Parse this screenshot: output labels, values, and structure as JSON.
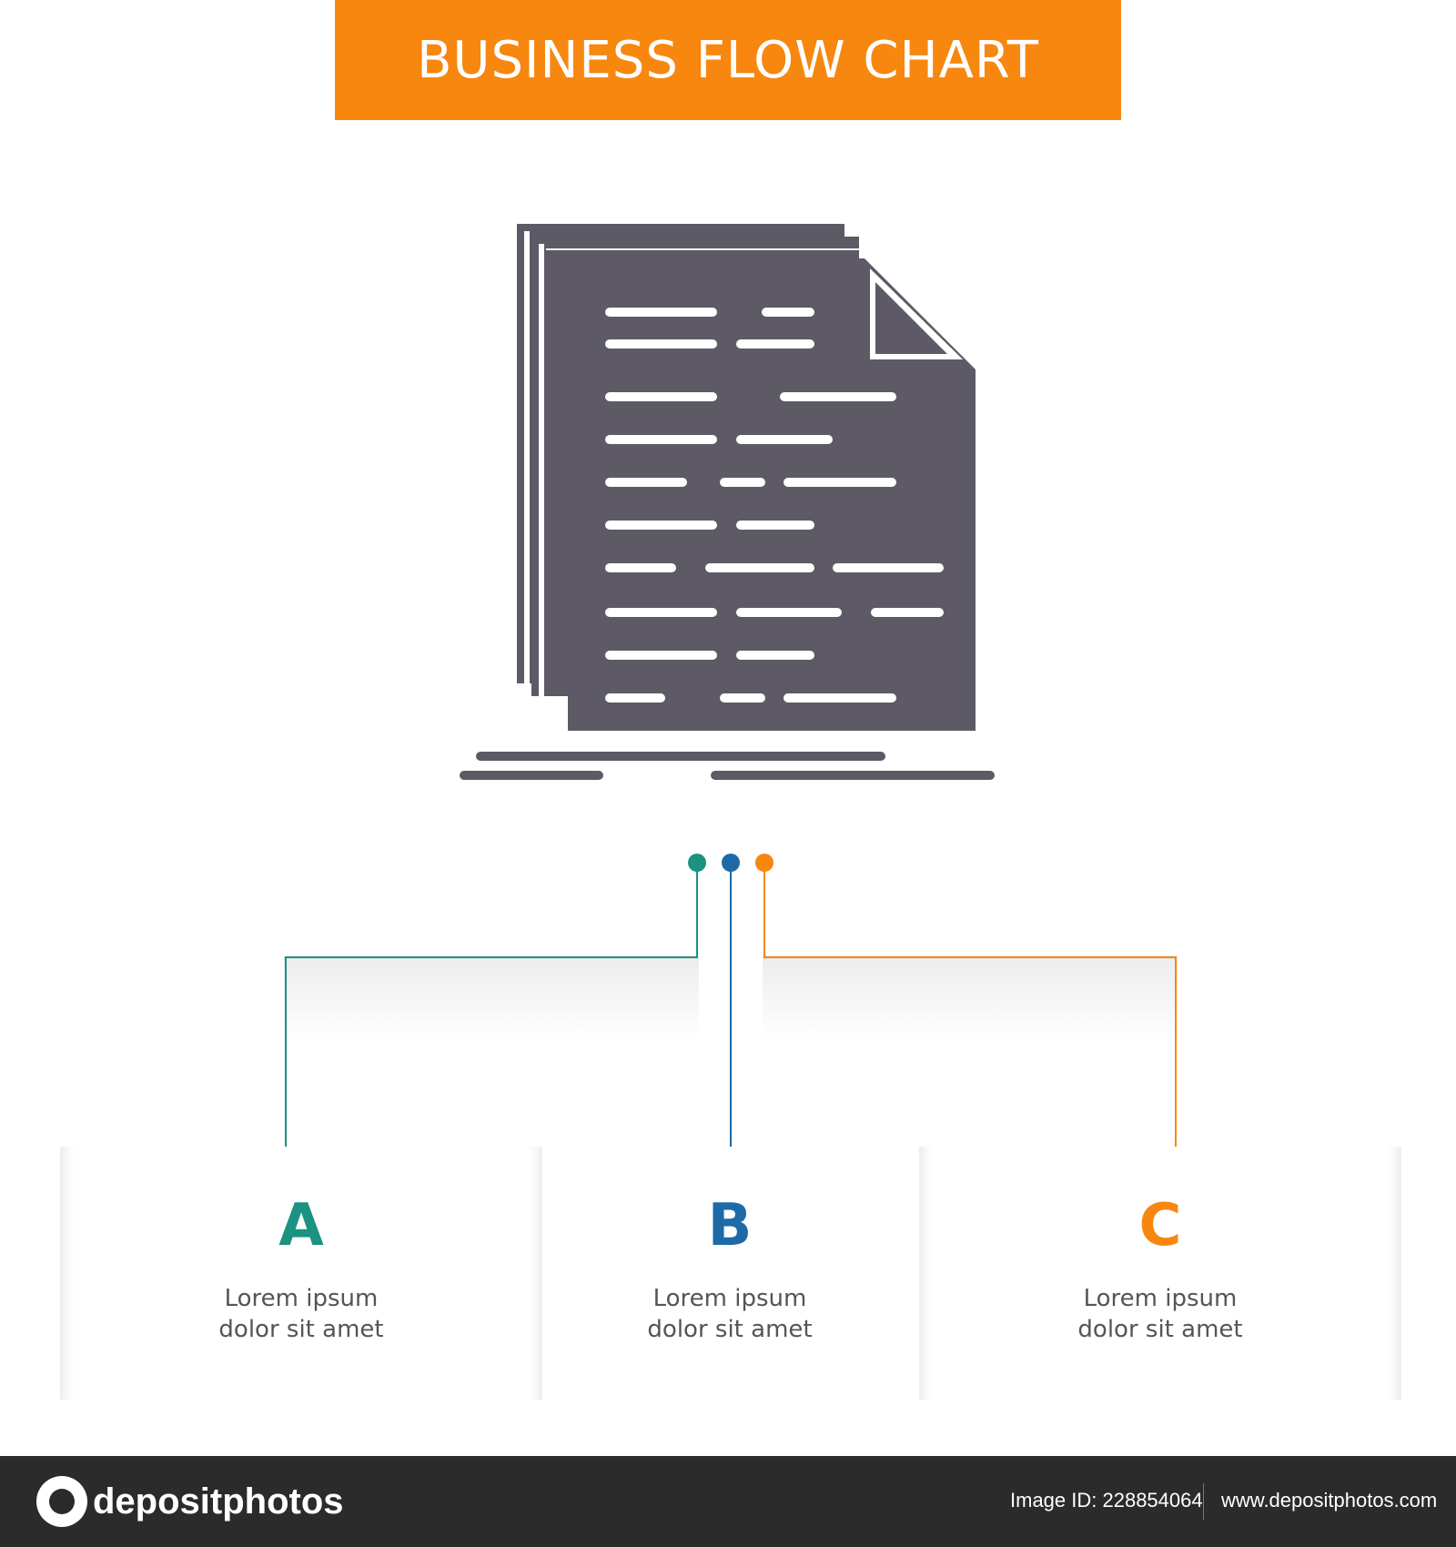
{
  "title": "BUSINESS FLOW CHART",
  "colors": {
    "banner": "#f7870f",
    "icon": "#5d5a66",
    "a": "#1b9282",
    "b": "#1d6aa6",
    "c": "#f7870f"
  },
  "icon": "document-code-icon",
  "nodes": [
    {
      "letter": "A",
      "text_line1": "Lorem ipsum",
      "text_line2": "dolor sit amet",
      "color": "#1b9282"
    },
    {
      "letter": "B",
      "text_line1": "Lorem ipsum",
      "text_line2": "dolor sit amet",
      "color": "#1d6aa6"
    },
    {
      "letter": "C",
      "text_line1": "Lorem ipsum",
      "text_line2": "dolor sit amet",
      "color": "#f7870f"
    }
  ],
  "footer": {
    "brand": "depositphotos",
    "image_id": "Image ID: 228854064",
    "site": "www.depositphotos.com"
  }
}
